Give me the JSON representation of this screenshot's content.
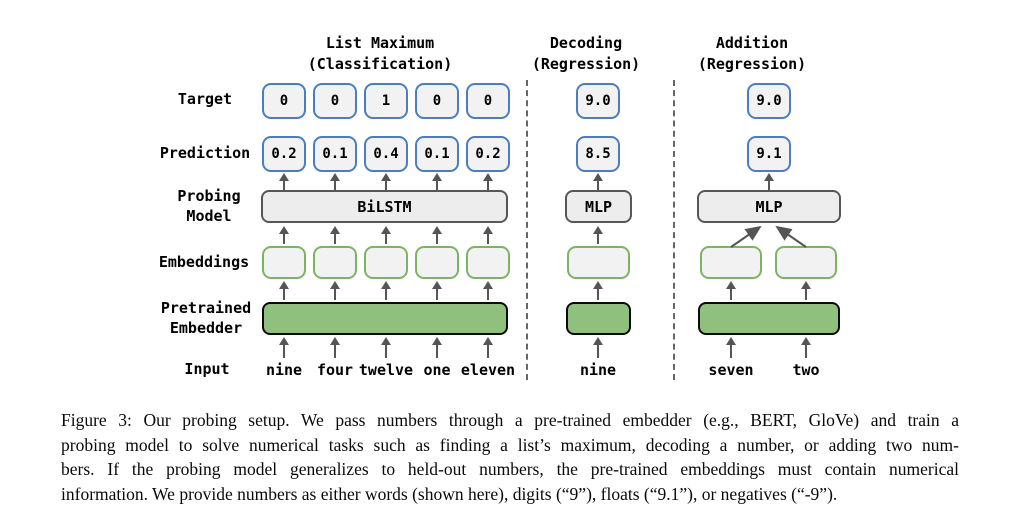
{
  "figure": {
    "row_labels": {
      "target": "Target",
      "prediction": "Prediction",
      "probing_line1": "Probing",
      "probing_line2": "Model",
      "embeddings": "Embeddings",
      "pretrained_line1": "Pretrained",
      "pretrained_line2": "Embedder",
      "input": "Input"
    },
    "columns": [
      {
        "title_line1": "List Maximum",
        "title_line2": "(Classification)",
        "target": [
          "0",
          "0",
          "1",
          "0",
          "0"
        ],
        "prediction": [
          "0.2",
          "0.1",
          "0.4",
          "0.1",
          "0.2"
        ],
        "probing_model": "BiLSTM",
        "inputs": [
          "nine",
          "four",
          "twelve",
          "one",
          "eleven"
        ]
      },
      {
        "title_line1": "Decoding",
        "title_line2": "(Regression)",
        "target": [
          "9.0"
        ],
        "prediction": [
          "8.5"
        ],
        "probing_model": "MLP",
        "inputs": [
          "nine"
        ]
      },
      {
        "title_line1": "Addition",
        "title_line2": "(Regression)",
        "target": [
          "9.0"
        ],
        "prediction": [
          "9.1"
        ],
        "probing_model": "MLP",
        "inputs": [
          "seven",
          "two"
        ]
      }
    ],
    "colors": {
      "target_prediction_border": "#4a7ec0",
      "box_fill": "#f2f2f2",
      "probing_model_border": "#575757",
      "embedding_border": "#7db463",
      "embedder_fill": "#8fc07d",
      "arrow": "#555555"
    }
  },
  "caption": {
    "lines": [
      "Figure 3: Our probing setup. We pass numbers through a pre-trained embedder (e.g., BERT, GloVe) and train a",
      "probing model to solve numerical tasks such as finding a list’s maximum, decoding a number, or adding two num-",
      "bers. If the probing model generalizes to held-out numbers, the pre-trained embeddings must contain numerical",
      "information. We provide numbers as either words (shown here), digits (“9”), floats (“9.1”), or negatives (“-9”)."
    ]
  }
}
